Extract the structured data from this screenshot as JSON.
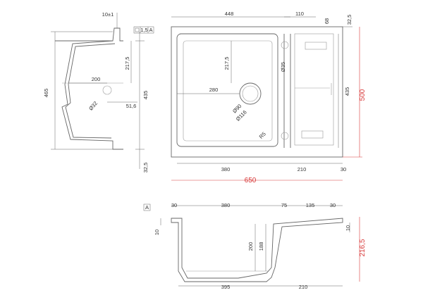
{
  "side_view": {
    "top_tolerance": "10±1",
    "flatness_box": "1,5",
    "datum_ref": "A",
    "height_total": "465",
    "depth_to_center": "217,5",
    "center_offset": "200",
    "drain_hole": "Ø32",
    "drain_offset": "51,6",
    "bowl_height": "435",
    "rim_bottom": "32,5"
  },
  "top_view": {
    "bowl_width": "448",
    "drainer_offset": "110",
    "tap_hole": "68",
    "rim_top": "32,5",
    "bowl_center_y": "217,5",
    "tap_dia": "Ø35",
    "bowl_center_x": "280",
    "drain_inner": "Ø90",
    "drain_outer": "Ø116",
    "corner_radius": "R5",
    "height_inner": "435",
    "height_total_red": "500",
    "bowl_span": "380",
    "drainer_span": "210",
    "edge": "30",
    "width_total_red": "650"
  },
  "section_view": {
    "datum_label": "A",
    "edge_left": "30",
    "bowl_span": "380",
    "drainer_step": "75",
    "drainer_inner": "135",
    "edge_right": "30",
    "rim_thickness": "10",
    "bowl_depth": "200",
    "inner_depth": "188",
    "drainer_height": "10",
    "total_depth_red": "216,5",
    "bottom_bowl": "395",
    "bottom_drainer": "210"
  }
}
